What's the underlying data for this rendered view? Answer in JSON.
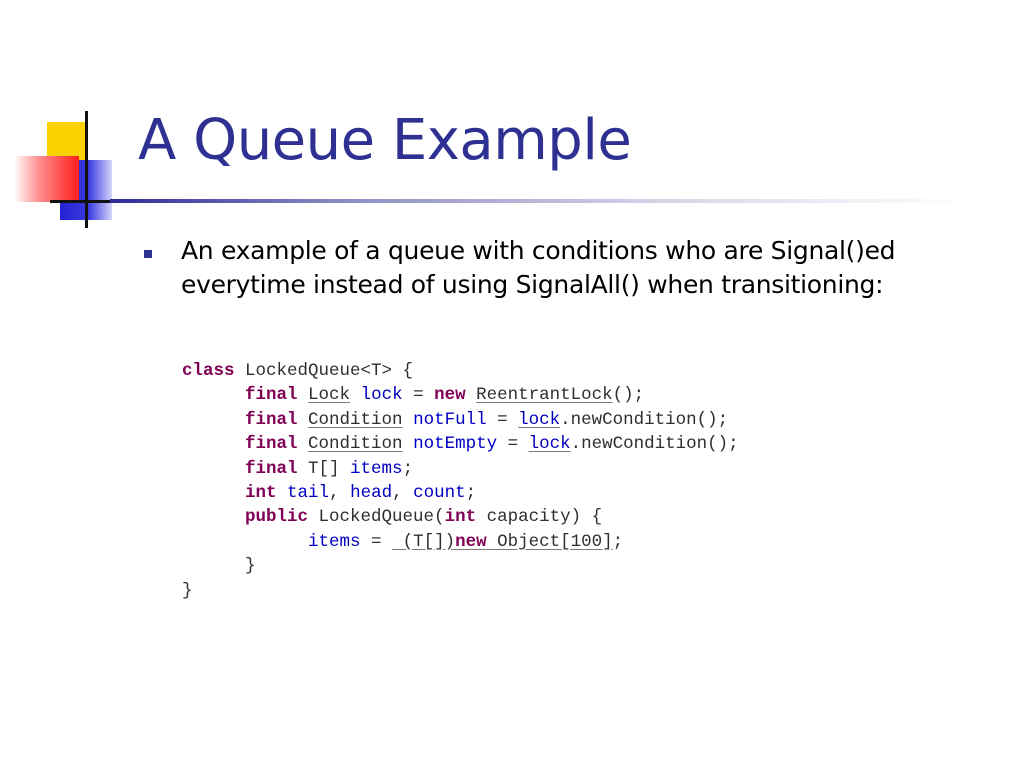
{
  "slide": {
    "title": "A Queue Example",
    "bullet": {
      "lines": [
        "An example of a queue with conditions who are Signal()ed",
        "everytime instead of using SignalAll() when transitioning:"
      ]
    }
  },
  "code": {
    "l1": {
      "kw_class": "class",
      "header": " LockedQueue<T> {"
    },
    "l2": {
      "indent": "      ",
      "kw_final": "final",
      "sp1": " ",
      "type": "Lock",
      "sp2": " ",
      "field": "lock",
      "eq": " = ",
      "kw_new": "new",
      "sp3": " ",
      "ctor": "ReentrantLock",
      "tail": "();"
    },
    "l3": {
      "indent": "      ",
      "kw_final": "final",
      "sp1": " ",
      "type": "Condition",
      "sp2": " ",
      "field": "notFull",
      "eq": " = ",
      "ref": "lock",
      "tail": ".newCondition();"
    },
    "l4": {
      "indent": "      ",
      "kw_final": "final",
      "sp1": " ",
      "type": "Condition",
      "sp2": " ",
      "field": "notEmpty",
      "eq": " = ",
      "ref": "lock",
      "tail": ".newCondition();"
    },
    "l5": {
      "indent": "      ",
      "kw_final": "final",
      "type": " T[] ",
      "field": "items",
      "tail": ";"
    },
    "l6": {
      "indent": "      ",
      "kw_int": "int",
      "sp1": " ",
      "f1": "tail",
      "c1": ", ",
      "f2": "head",
      "c2": ", ",
      "f3": "count",
      "tail": ";"
    },
    "l7": {
      "indent": "      ",
      "kw_public": "public",
      "mid": " LockedQueue(",
      "kw_int": "int",
      "tail": " capacity) {"
    },
    "l8": {
      "indent": "            ",
      "field": "items",
      "eq": " = ",
      "cast": " (T[])",
      "kw_new": "new",
      "expr": " Object[100]",
      "tail": ";"
    },
    "l9": {
      "text": "      }"
    },
    "l10": {
      "text": "}"
    }
  }
}
